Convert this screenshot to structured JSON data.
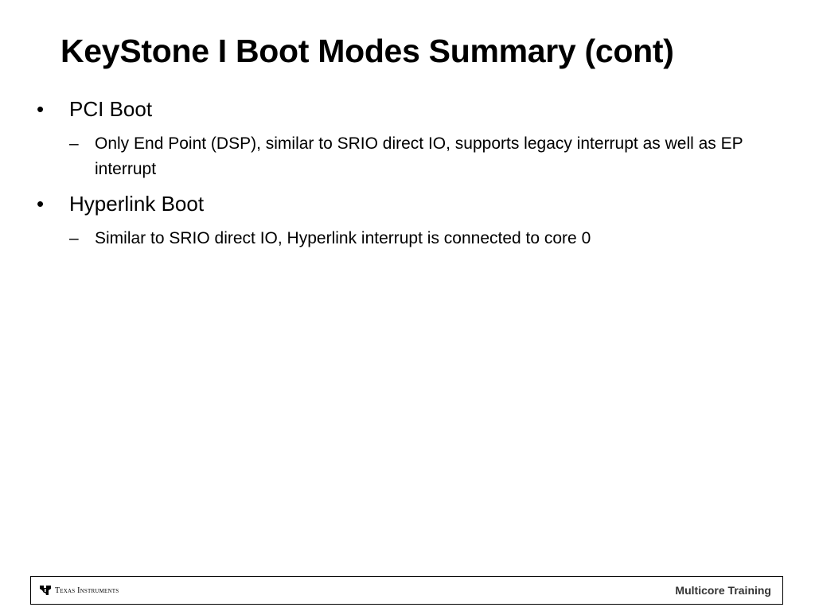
{
  "slide": {
    "title": "KeyStone I Boot Modes Summary (cont)",
    "items": [
      {
        "bullet": "•",
        "text": "PCI Boot",
        "sub": [
          {
            "dash": "–",
            "text": "Only End Point (DSP), similar to SRIO direct IO, supports legacy interrupt as well as EP interrupt"
          }
        ]
      },
      {
        "bullet": "•",
        "text": "Hyperlink Boot",
        "sub": [
          {
            "dash": "–",
            "text": "Similar to SRIO direct IO, Hyperlink interrupt is connected to core 0"
          }
        ]
      }
    ]
  },
  "footer": {
    "logo_text": "Texas Instruments",
    "logo_icon": "texas-instruments-logo-icon",
    "title": "Multicore Training"
  }
}
